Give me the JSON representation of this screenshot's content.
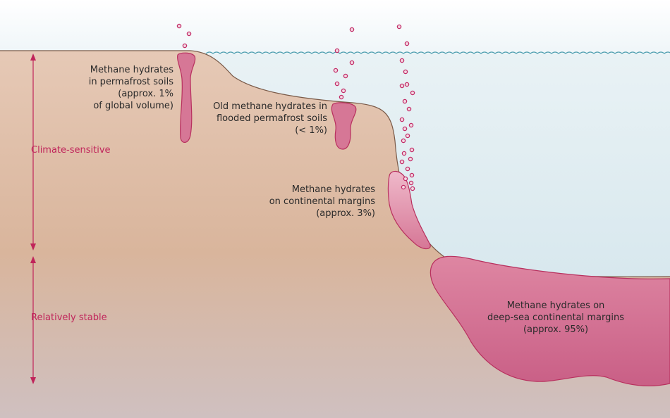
{
  "diagram": {
    "axis": {
      "upper_label": "Climate-sensitive",
      "lower_label": "Relatively stable"
    },
    "deposits": [
      {
        "id": "permafrost",
        "lines": [
          "Methane hydrates",
          "in permafrost soils",
          "(approx. 1%",
          "of global volume)"
        ]
      },
      {
        "id": "flooded",
        "lines": [
          "Old methane hydrates in",
          "flooded permafrost soils",
          "(< 1%)"
        ]
      },
      {
        "id": "margins",
        "lines": [
          "Methane hydrates",
          "on continental margins",
          "(approx. 3%)"
        ]
      },
      {
        "id": "deepsea",
        "lines": [
          "Methane hydrates on",
          "deep-sea continental margins",
          "(approx. 95%)"
        ]
      }
    ],
    "colors": {
      "sky": "#f2f7fa",
      "water": "#dbe9ef",
      "wave": "#4f9fb0",
      "ground_top": "#e6c9b6",
      "ground_bottom": "#cfc0c0",
      "coast_line": "#7a5a48",
      "hydrate": "#d67796",
      "hydrate_edge": "#b8305e",
      "bubble": "#c22a66",
      "axis": "#c0245a"
    }
  }
}
